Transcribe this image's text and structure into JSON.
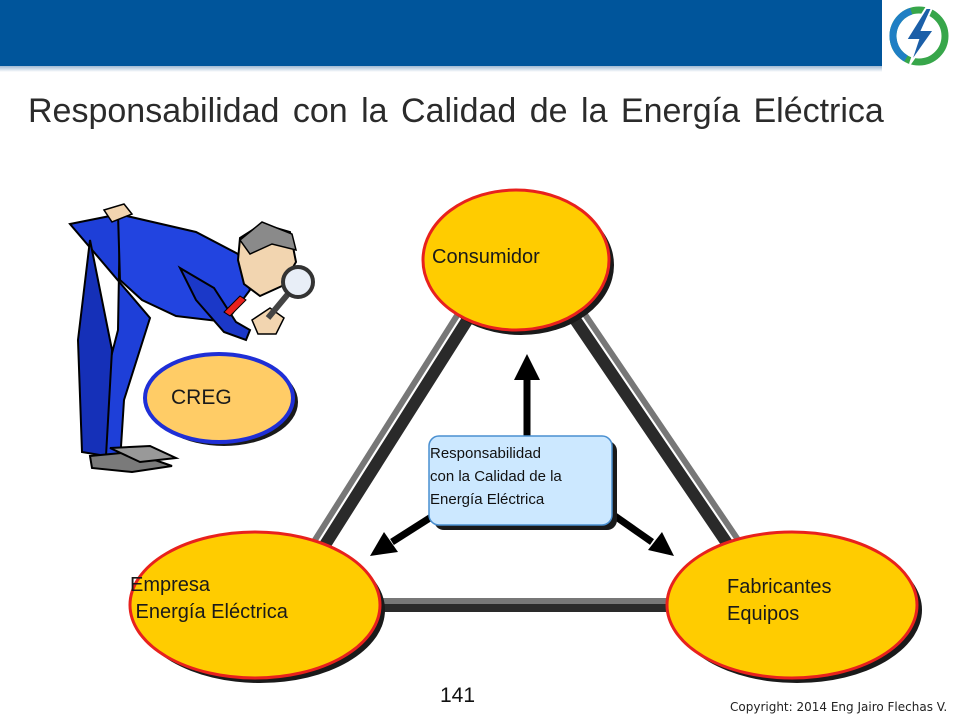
{
  "header": {
    "bar_color": "#00559b",
    "logo": "lightning-bolt-logo",
    "title": "Responsabilidad con la Calidad de la Energía Eléctrica"
  },
  "diagram": {
    "nodes": {
      "top": "Consumidor",
      "left": "Empresa\n Energía Eléctrica",
      "right": "Fabricantes\nEquipos"
    },
    "center": "Responsabilidad\ncon la Calidad de la\nEnergía Eléctrica",
    "regulator": "CREG",
    "inspector": "inspector-with-magnifying-glass",
    "colors": {
      "node_fill": "#ffcc00",
      "node_border": "#e8211d",
      "center_fill": "#cce8ff",
      "regulator_fill": "#ffcc66",
      "regulator_border": "#1f2fd6"
    }
  },
  "footer": {
    "page_number": "141",
    "copyright": "Copyright: 2014 Eng Jairo Flechas V."
  }
}
